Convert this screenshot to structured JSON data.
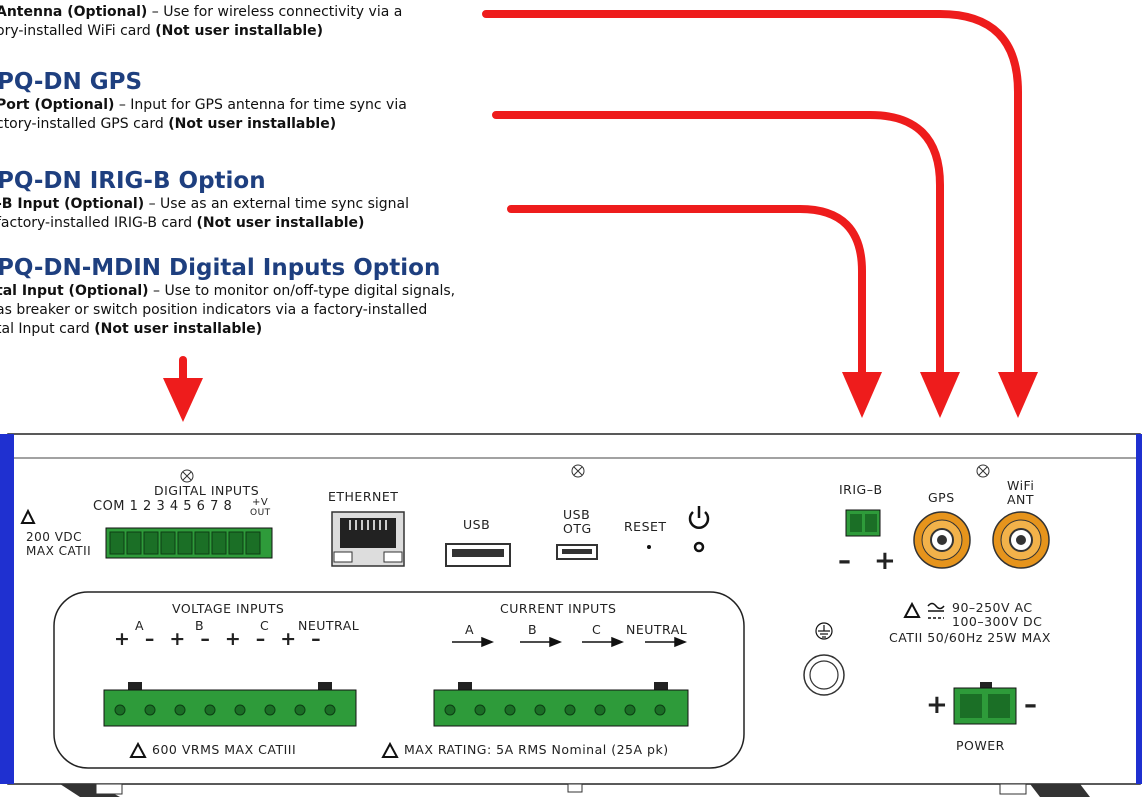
{
  "callouts": [
    {
      "title": "",
      "line1_bold": "Antenna (Optional)",
      "line1_rest": " – Use for wireless connectivity via a",
      "line2_rest": "ory-installed WiFi card ",
      "line2_bold": "(Not user installable)"
    },
    {
      "title": "PQ-DN GPS",
      "line1_bold": "Port (Optional)",
      "line1_rest": " – Input for GPS antenna for time sync via",
      "line2_rest": "ctory-installed GPS card ",
      "line2_bold": "(Not user installable)"
    },
    {
      "title": "PQ-DN IRIG-B Option",
      "line1_bold": "-B Input (Optional)",
      "line1_rest": " – Use as an external time sync signal",
      "line2_rest": " factory-installed IRIG-B card ",
      "line2_bold": "(Not user installable)"
    },
    {
      "title": "PQ-DN-MDIN Digital Inputs Option",
      "line1_bold": "tal Input (Optional)",
      "line1_rest": " – Use to monitor on/off-type digital signals,",
      "line2_rest": " as breaker or switch position indicators via a factory-installed",
      "line3_rest": "tal Input card ",
      "line3_bold": "(Not user installable)"
    }
  ],
  "panel": {
    "digital_inputs": {
      "title": "DIGITAL  INPUTS",
      "pins": "COM 1 2 3 4 5 6 7 8",
      "v_plus": "+V",
      "v_out": "OUT",
      "rating_1": "200  VDC",
      "rating_2": "MAX  CATII"
    },
    "ethernet": "ETHERNET",
    "usb": "USB",
    "usb_otg_1": "USB",
    "usb_otg_2": "OTG",
    "reset": "RESET",
    "irig_b": "IRIG–B",
    "gps": "GPS",
    "wifi_1": "WiFi",
    "wifi_2": "ANT",
    "minus": "–",
    "plus": "+",
    "voltage_inputs": {
      "title": "VOLTAGE  INPUTS",
      "phases": [
        "A",
        "B",
        "C",
        "NEUTRAL"
      ],
      "rating": "600  VRMS  MAX  CATIII"
    },
    "current_inputs": {
      "title": "CURRENT  INPUTS",
      "phases": [
        "A",
        "B",
        "C",
        "NEUTRAL"
      ],
      "rating": "MAX  RATING:  5A  RMS  Nominal  (25A  pk)"
    },
    "power_spec": {
      "ac": "90–250V    AC",
      "dc": "100–300V  DC",
      "line2": "CATII  50/60Hz  25W  MAX"
    },
    "power": "POWER"
  },
  "colors": {
    "arrow": "#ee1c1c",
    "heading": "#1e3f7f",
    "terminal": "#2e9b3a",
    "bnc": "#e6941c",
    "side_bar": "#1f30d0"
  }
}
